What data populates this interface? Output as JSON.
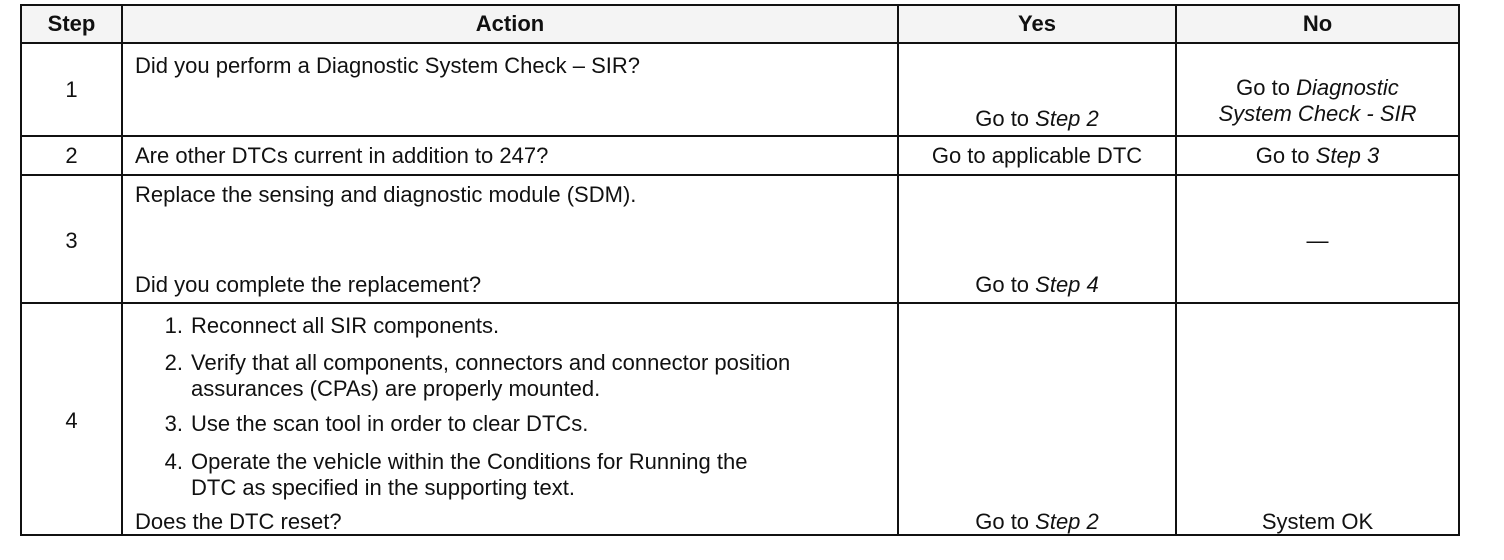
{
  "header": {
    "step": "Step",
    "action": "Action",
    "yes": "Yes",
    "no": "No"
  },
  "rows": [
    {
      "step": "1",
      "action": "Did you perform a Diagnostic System Check – SIR?",
      "yes_prefix": "Go to ",
      "yes_italic": "Step 2",
      "no_prefix": "Go to ",
      "no_italic_1": "Diagnostic",
      "no_italic_2": "System Check - SIR"
    },
    {
      "step": "2",
      "action": "Are other DTCs current in addition to 247?",
      "yes": "Go to applicable DTC",
      "no_prefix": "Go to ",
      "no_italic": "Step 3"
    },
    {
      "step": "3",
      "action_1": "Replace the sensing and diagnostic module (SDM).",
      "action_2": "Did you complete the replacement?",
      "yes_prefix": "Go to ",
      "yes_italic": "Step 4",
      "no": "—"
    },
    {
      "step": "4",
      "items": [
        {
          "num": "1.",
          "lines": [
            "Reconnect all SIR components."
          ]
        },
        {
          "num": "2.",
          "lines": [
            "Verify that all components, connectors and connector position",
            "assurances (CPAs) are properly mounted."
          ]
        },
        {
          "num": "3.",
          "lines": [
            "Use the scan tool in order to clear DTCs."
          ]
        },
        {
          "num": "4.",
          "lines": [
            "Operate the vehicle within the Conditions for Running the",
            "DTC as specified in the supporting text."
          ]
        }
      ],
      "question": "Does the DTC reset?",
      "yes_prefix": "Go to ",
      "yes_italic": "Step 2",
      "no": "System OK"
    }
  ]
}
